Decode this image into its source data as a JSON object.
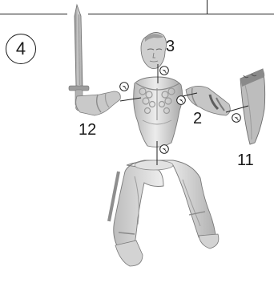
{
  "step": {
    "number": "4"
  },
  "parts": [
    {
      "id": "head",
      "label": "3"
    },
    {
      "id": "right-arm",
      "label": "2"
    },
    {
      "id": "left-arm",
      "label": "12"
    },
    {
      "id": "shield",
      "label": "11"
    }
  ],
  "colors": {
    "plastic": "#d9d9d9",
    "plastic_shadow": "#9a9a9a",
    "plastic_dark": "#6e6e6e",
    "ink": "#1a1a1a",
    "guide_line": "#222222"
  },
  "glue_icon": "glue-drop-icon"
}
